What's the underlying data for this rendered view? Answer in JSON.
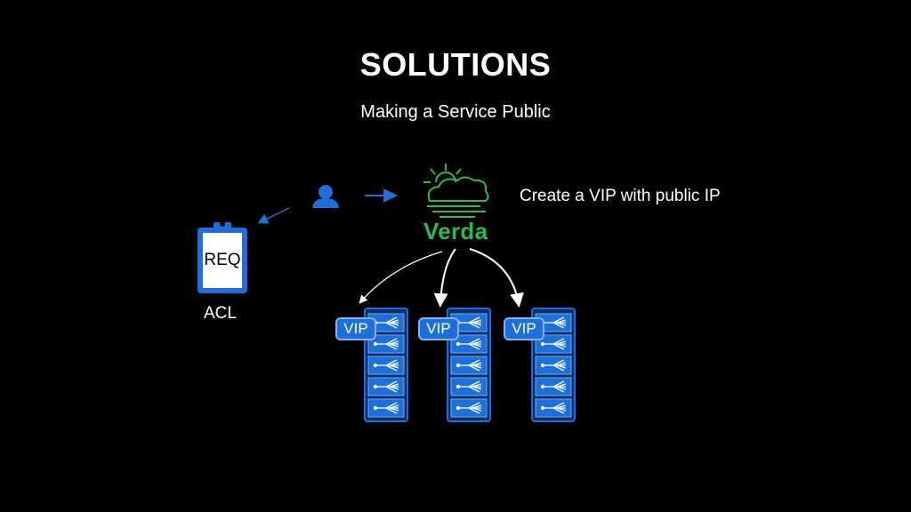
{
  "title": "SOLUTIONS",
  "subtitle": "Making a Service Public",
  "caption": "Create a VIP with public IP",
  "request": {
    "doc_label": "REQ",
    "acl_label": "ACL"
  },
  "platform": {
    "name": "Verda",
    "icon": "cloud-sun-icon",
    "color": "#2dbb4e"
  },
  "user_icon": "user-icon",
  "servers": [
    {
      "vip_label": "VIP"
    },
    {
      "vip_label": "VIP"
    },
    {
      "vip_label": "VIP"
    }
  ],
  "colors": {
    "accent_blue": "#1f6fd8",
    "background": "#000000"
  }
}
